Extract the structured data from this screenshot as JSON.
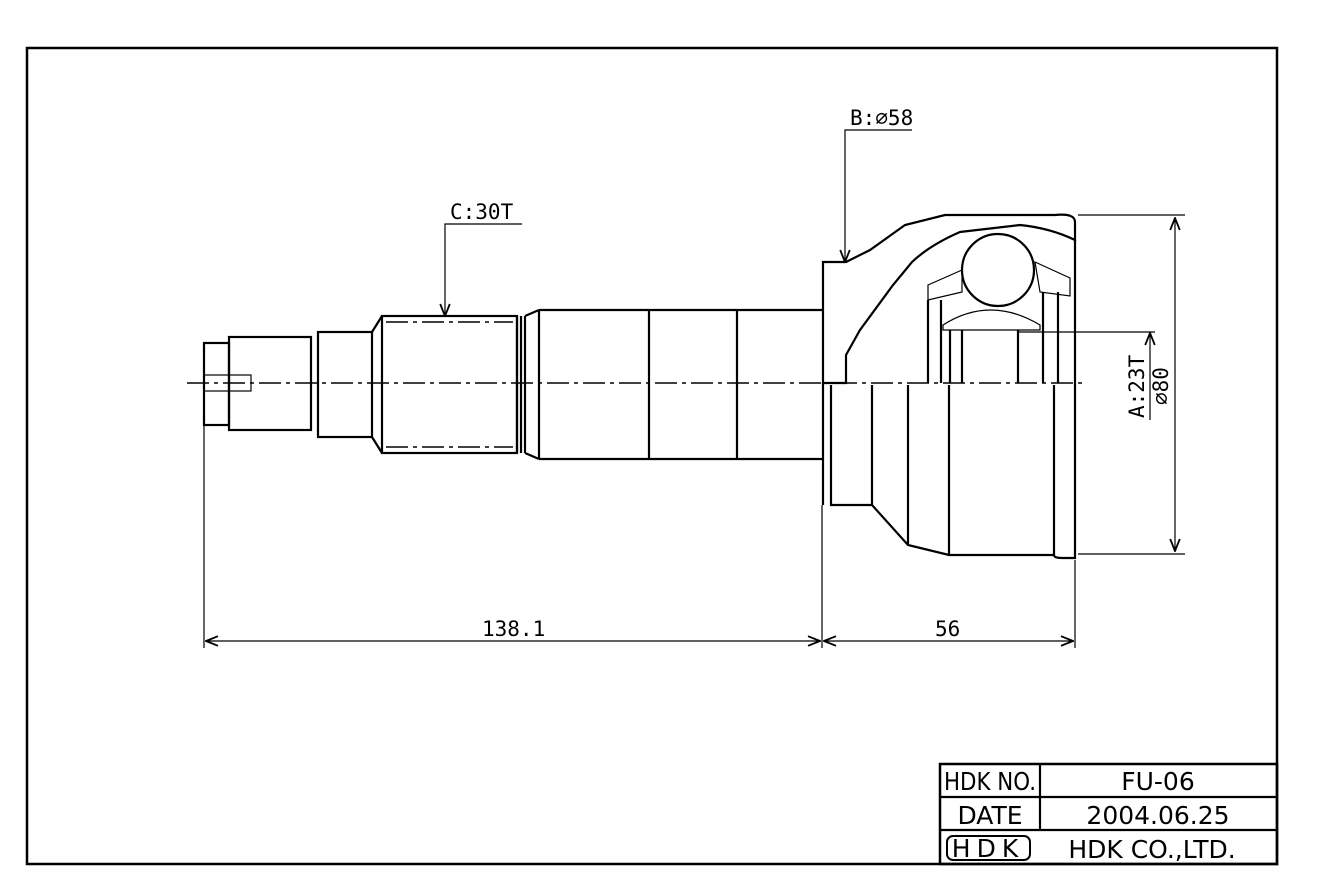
{
  "drawing": {
    "labels": {
      "spline_c": "C:30T",
      "diameter_b": "B:∅58",
      "spline_a": "A:23T",
      "diameter_outer": "∅80",
      "length_shaft": "138.1",
      "length_housing": "56"
    }
  },
  "title_block": {
    "part_no_label": "HDK NO.",
    "part_no": "FU-06",
    "date_label": "DATE",
    "date": "2004.06.25",
    "logo": "HDK",
    "company": "HDK CO.,LTD."
  }
}
